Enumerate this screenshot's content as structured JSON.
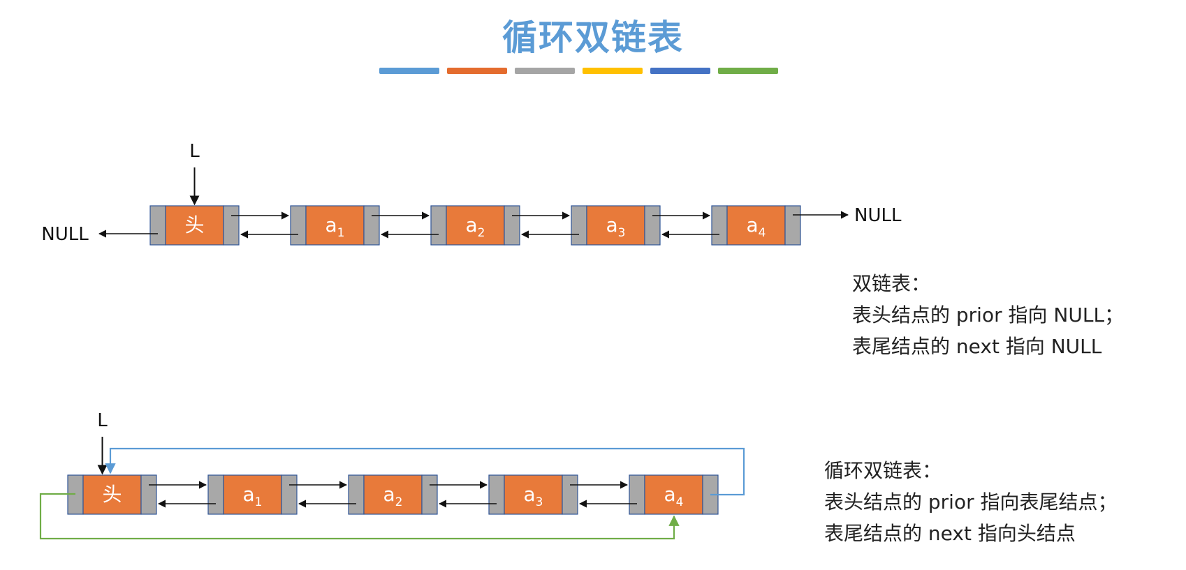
{
  "title": "循环双链表",
  "stripe_colors": [
    "#5b9bd5",
    "#e46c2e",
    "#a5a5a5",
    "#ffc000",
    "#4472c4",
    "#70ad47"
  ],
  "node_colors": {
    "data": "#e87a3a",
    "pointer": "#a8a8a8",
    "border": "#2f5597"
  },
  "link_colors": {
    "circular_next": "#5b9bd5",
    "circular_prior": "#70ad47"
  },
  "top_diagram": {
    "pointer_label": "L",
    "left_null": "NULL",
    "right_null": "NULL",
    "head_label": "头",
    "nodes": [
      {
        "base": "a",
        "sub": "1"
      },
      {
        "base": "a",
        "sub": "2"
      },
      {
        "base": "a",
        "sub": "3"
      },
      {
        "base": "a",
        "sub": "4"
      }
    ]
  },
  "top_desc": {
    "line1": "双链表：",
    "line2": "表头结点的 prior 指向 NULL；",
    "line3": "表尾结点的 next 指向 NULL"
  },
  "bottom_diagram": {
    "pointer_label": "L",
    "head_label": "头",
    "nodes": [
      {
        "base": "a",
        "sub": "1"
      },
      {
        "base": "a",
        "sub": "2"
      },
      {
        "base": "a",
        "sub": "3"
      },
      {
        "base": "a",
        "sub": "4"
      }
    ]
  },
  "bottom_desc": {
    "line1": "循环双链表：",
    "line2": "表头结点的 prior 指向表尾结点；",
    "line3": "表尾结点的 next 指向头结点"
  }
}
